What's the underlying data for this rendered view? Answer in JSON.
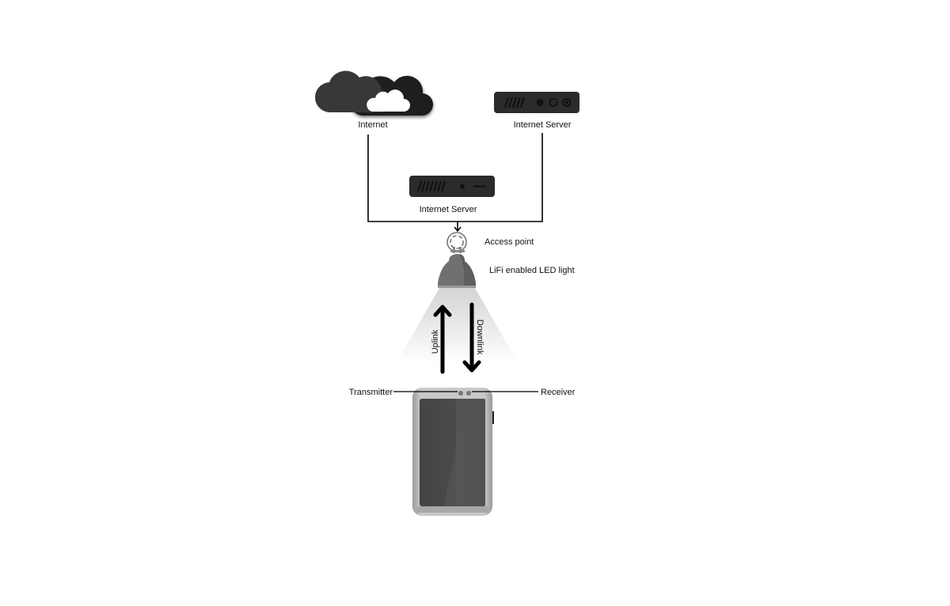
{
  "labels": {
    "internet": "Internet",
    "server_top": "Internet Server",
    "server_mid": "Internet Server",
    "access_point": "Access point",
    "led_light": "LiFi enabled LED light",
    "uplink": "Uplink",
    "downlink": "Downlink",
    "transmitter": "Transmitter",
    "receiver": "Receiver"
  },
  "colors": {
    "device_dark": "#2b2b2b",
    "cloud_back": "#1e1e1e",
    "cloud_front": "#3a3a3a",
    "bulb": "#707070",
    "phone_frame": "#b5b5b5",
    "phone_screen": "#4a4a4a"
  }
}
